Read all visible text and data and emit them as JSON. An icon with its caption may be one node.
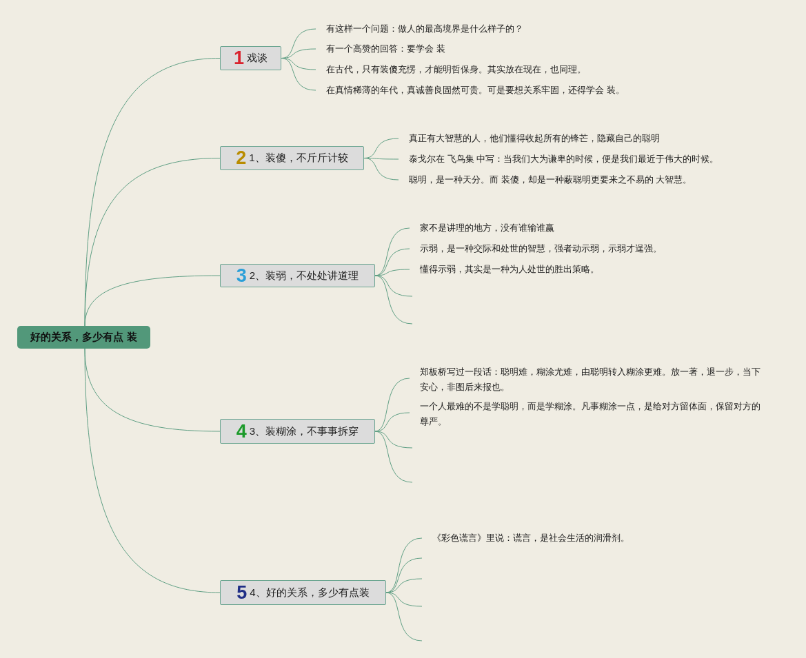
{
  "diagram": {
    "nodes": [
      {
        "text": [
          "好的关系，多少有点 装"
        ]
      },
      {
        "text": [
          "1",
          "戏谈"
        ]
      },
      {
        "text": [
          "有这样一个问题：做人的最高境界是什么样子的？"
        ]
      },
      {
        "text": [
          "有一个高赞的回答：要学会 装"
        ]
      },
      {
        "text": [
          "在古代，只有装傻充愣，才能明哲保身。其实放在现在，也同理。"
        ]
      },
      {
        "text": [
          "在真情稀薄的年代，真诚善良固然可贵。可是要想关系牢固，还得学会 装。"
        ]
      },
      {
        "text": [
          "2",
          "1、装傻，不斤斤计较"
        ]
      },
      {
        "text": [
          "真正有大智慧的人，他们懂得收起所有的锋芒，隐藏自己的聪明"
        ]
      },
      {
        "text": [
          "泰戈尔在 飞鸟集 中写：当我们大为谦卑的时候，便是我们最近于伟大的时候。"
        ]
      },
      {
        "text": [
          "聪明，是一种天分。而 装傻，却是一种蔽聪明更要来之不易的 大智慧。"
        ]
      },
      {
        "text": [
          "3",
          "2、装弱，不处处讲道理"
        ]
      },
      {
        "text": [
          "家不是讲理的地方，没有谁输谁赢"
        ]
      },
      {
        "text": [
          "示弱，是一种交际和处世的智慧，强者动示弱，示弱才逞强。"
        ]
      },
      {
        "text": [
          "懂得示弱，其实是一种为人处世的胜出策略。"
        ]
      },
      {
        "text": [
          "4",
          "3、装糊涂，不事事拆穿"
        ]
      },
      {
        "text": [
          "郑板桥写过一段话：聪明难，糊涂尤难，由聪明转入糊涂更难。放一著，退一步，当下安心，非图后来报也。"
        ]
      },
      {
        "text": [
          "一个人最难的不是学聪明，而是学糊涂。凡事糊涂一点，是给对方留体面，保留对方的尊严。"
        ]
      },
      {
        "text": [
          "5",
          "4、好的关系，多少有点装"
        ]
      },
      {
        "text": [
          "《彩色谎言》里说：谎言，是社会生活的润滑剂。"
        ]
      }
    ],
    "edges": [
      {
        "from": 0,
        "to": 1,
        "arrow": "none"
      },
      {
        "from": 0,
        "to": 6,
        "arrow": "none"
      },
      {
        "from": 0,
        "to": 10,
        "arrow": "none"
      },
      {
        "from": 0,
        "to": 14,
        "arrow": "none"
      },
      {
        "from": 0,
        "to": 17,
        "arrow": "none"
      },
      {
        "from": 1,
        "to": 2,
        "arrow": "none"
      },
      {
        "from": 1,
        "to": 3,
        "arrow": "none"
      },
      {
        "from": 1,
        "to": 4,
        "arrow": "none"
      },
      {
        "from": 1,
        "to": 5,
        "arrow": "none"
      },
      {
        "from": 6,
        "to": 7,
        "arrow": "none"
      },
      {
        "from": 6,
        "to": 8,
        "arrow": "none"
      },
      {
        "from": 6,
        "to": 9,
        "arrow": "none"
      },
      {
        "from": 10,
        "to": 11,
        "arrow": "none"
      },
      {
        "from": 10,
        "to": 12,
        "arrow": "none"
      },
      {
        "from": 10,
        "to": 13,
        "arrow": "none"
      },
      {
        "from": 10,
        "to": null,
        "arrow": "none"
      },
      {
        "from": 10,
        "to": null,
        "arrow": "none"
      },
      {
        "from": 14,
        "to": 15,
        "arrow": "none"
      },
      {
        "from": 14,
        "to": 16,
        "arrow": "none"
      },
      {
        "from": 14,
        "to": null,
        "arrow": "none"
      },
      {
        "from": 14,
        "to": null,
        "arrow": "none"
      },
      {
        "from": 17,
        "to": 18,
        "arrow": "none"
      },
      {
        "from": 17,
        "to": null,
        "arrow": "none"
      },
      {
        "from": 17,
        "to": null,
        "arrow": "none"
      },
      {
        "from": 17,
        "to": null,
        "arrow": "none"
      },
      {
        "from": 17,
        "to": null,
        "arrow": "none"
      }
    ]
  }
}
